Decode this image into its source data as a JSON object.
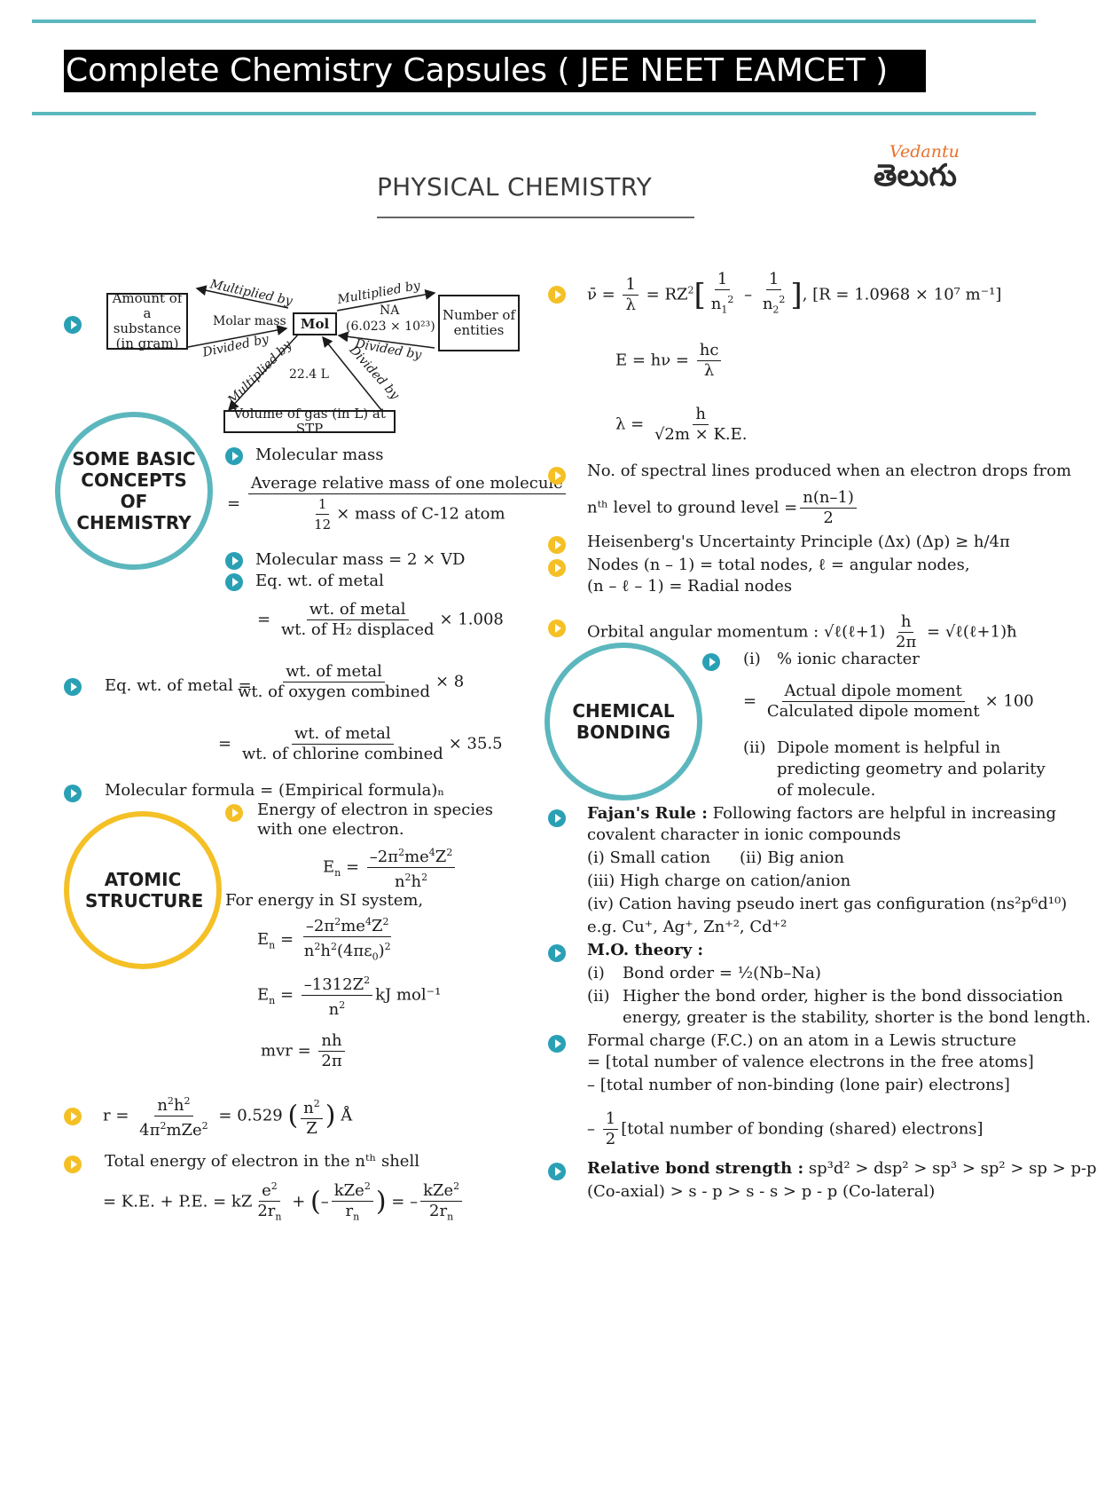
{
  "header": {
    "title": "Complete Chemistry Capsules ( JEE NEET EAMCET )",
    "section_title": "PHYSICAL CHEMISTRY",
    "logo_brand": "Vedantu",
    "logo_script": "తెలుగు"
  },
  "colors": {
    "accent_teal": "#5bb7bd",
    "bullet_teal": "#2aa0b5",
    "bullet_yellow": "#f4c026",
    "logo_orange": "#e8702a"
  },
  "circles": {
    "basic": "SOME BASIC CONCEPTS OF CHEMISTRY",
    "atomic": "ATOMIC STRUCTURE",
    "bonding": "CHEMICAL BONDING"
  },
  "diagram": {
    "amount": "Amount of a substance (in gram)",
    "mol": "Mol",
    "number": "Number of entities",
    "volume": "Volume of gas (in L) at STP",
    "multiplied_by_1": "Multiplied by",
    "molar_mass": "Molar mass",
    "divided_by_1": "Divided by",
    "multiplied_by_2": "Multiplied by",
    "na": "NA",
    "na_value": "(6.023 × 10²³)",
    "divided_by_2": "Divided by",
    "multiplied_by_3": "Multiplied by",
    "l224": "22.4 L",
    "divided_by_3": "Divided by"
  },
  "left": {
    "molecular_mass": "Molecular mass",
    "avg_mass": "Average relative mass of one molecule",
    "one": "1",
    "twelve": "12",
    "mass_c12": "× mass of C-12 atom",
    "mm_vd": "Molecular mass = 2 × VD",
    "eqwt": "Eq. wt. of metal",
    "wt_metal": "wt. of metal",
    "h2_disp": "wt. of H₂ displaced",
    "x1008": "× 1.008",
    "eqwt_label": "Eq. wt. of metal =",
    "oxy": "wt. of oxygen combined",
    "x8": "× 8",
    "chl": "wt. of chlorine combined",
    "x355": "× 35.5",
    "mol_formula": "Molecular formula = (Empirical formula)ₙ",
    "energy_one_e": "Energy of electron in species with one electron.",
    "si_energy": "For energy in SI system,",
    "kj": "kJ mol⁻¹",
    "total_energy": "Total energy of electron in the nᵗʰ shell"
  },
  "right": {
    "rydberg_const": ", [R = 1.0968 × 10⁷ m⁻¹]",
    "spectral": "No. of spectral lines produced when an electron drops from",
    "spectral2": "nᵗʰ level to ground level =",
    "heisenberg": "Heisenberg's Uncertainty Principle (Δx) (Δp) ≥ h/4π",
    "nodes": "Nodes (n – 1) = total nodes, ℓ = angular nodes,",
    "radial": "(n – ℓ – 1) = Radial nodes",
    "orbital": "Orbital angular momentum :",
    "ionic_i": "(i)",
    "ionic": "% ionic character",
    "actual_dipole": "Actual dipole moment",
    "calc_dipole": "Calculated dipole moment",
    "x100": "× 100",
    "dipole_ii": "(ii)",
    "dipole1": "Dipole moment is helpful in",
    "dipole2": "predicting geometry and polarity",
    "dipole3": "of molecule.",
    "fajan_head": "Fajan's Rule :",
    "fajan1": "Following factors are helpful in increasing",
    "fajan2": "covalent character in ionic compounds",
    "fajan_a": "(i) Small cation",
    "fajan_b": "(ii) Big anion",
    "fajan_c": "(iii) High charge on cation/anion",
    "fajan_d": "(iv) Cation having pseudo inert gas configuration (ns²p⁶d¹⁰)",
    "fajan_e": "e.g. Cu⁺, Ag⁺, Zn⁺², Cd⁺²",
    "mo_head": "M.O. theory :",
    "mo_i": "(i)",
    "mo_i_text": "Bond order = ½(Nb–Na)",
    "mo_ii": "(ii)",
    "mo_ii_a": "Higher the bond order, higher is the bond dissociation",
    "mo_ii_b": "energy, greater is the stability, shorter is the bond length.",
    "fc1": "Formal charge (F.C.) on an atom in a Lewis structure",
    "fc2": "= [total number of valence electrons in the free atoms]",
    "fc3": "– [total number of non-binding (lone pair) electrons]",
    "fc4": "[total number of bonding (shared) electrons]",
    "rbs_head": "Relative bond strength :",
    "rbs1": "sp³d² > dsp² > sp³ > sp² > sp > p-p",
    "rbs2": "(Co-axial) > s - p > s - s > p - p (Co-lateral)"
  }
}
